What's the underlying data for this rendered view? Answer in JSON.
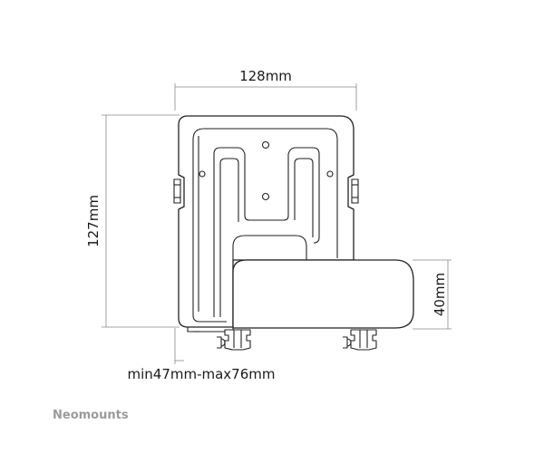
{
  "dimensions": {
    "width_label": "128mm",
    "height_label": "127mm",
    "depth_label": "40mm",
    "range_label": "min47mm-max76mm"
  },
  "brand": {
    "name": "Neomounts"
  },
  "colors": {
    "line": "#222222",
    "dim_line": "#888888",
    "brand": "#9a9a9a",
    "background": "#ffffff"
  }
}
